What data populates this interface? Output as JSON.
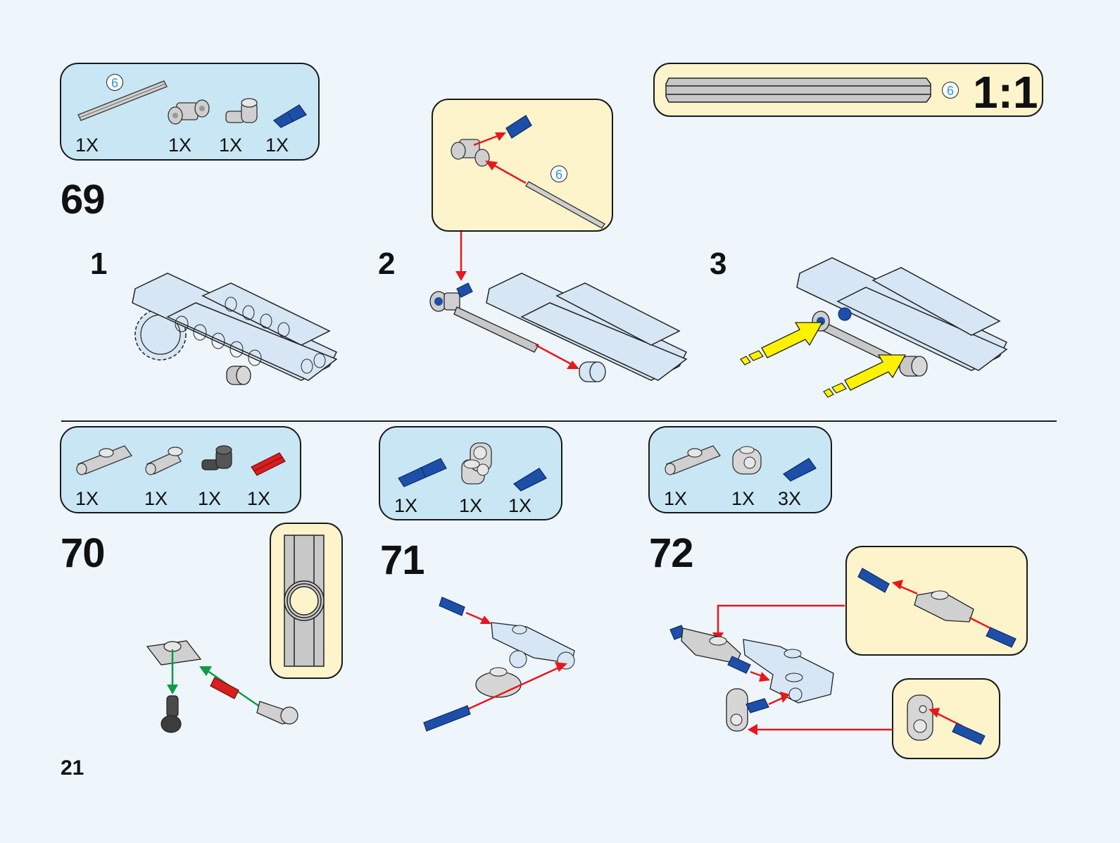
{
  "page": {
    "number": "21"
  },
  "colors": {
    "background": "#eef6fc",
    "parts_box": "#c9e6f4",
    "callout": "#fdf4cc",
    "arrow_red": "#e8171c",
    "arrow_green": "#0e9a46",
    "arrow_yellow": "#fff200",
    "pin_blue": "#1e4fa8",
    "pin_red": "#d81e1e",
    "part_grey": "#cfcfcf",
    "part_dark": "#4a4a4a",
    "part_lightblue": "#d6e6f4",
    "length_badge_text": "#2a9ad8"
  },
  "steps": [
    {
      "number": "69",
      "parts": [
        {
          "name": "axle-6",
          "length": "6",
          "qty": "1X"
        },
        {
          "name": "axle-connector-perpendicular",
          "qty": "1X"
        },
        {
          "name": "axle-pin-connector-grey",
          "qty": "1X"
        },
        {
          "name": "pin-blue-axle",
          "qty": "1X"
        }
      ],
      "scale_box": {
        "length": "6",
        "label": "1:1"
      },
      "substeps": [
        {
          "number": "1"
        },
        {
          "number": "2",
          "callout_length": "6"
        },
        {
          "number": "3"
        }
      ]
    },
    {
      "number": "70",
      "parts": [
        {
          "name": "axle-connector-hub-grey",
          "qty": "1X"
        },
        {
          "name": "axle-connector-angled-grey",
          "qty": "1X"
        },
        {
          "name": "pin-connector-dark-grey",
          "qty": "1X"
        },
        {
          "name": "axle-red-3",
          "qty": "1X"
        }
      ]
    },
    {
      "number": "71",
      "parts": [
        {
          "name": "pin-long-blue",
          "qty": "1X"
        },
        {
          "name": "perpendicular-connector-3-way",
          "qty": "1X"
        },
        {
          "name": "pin-blue-axle",
          "qty": "1X"
        }
      ]
    },
    {
      "number": "72",
      "parts": [
        {
          "name": "axle-connector-hub-grey",
          "qty": "1X"
        },
        {
          "name": "cross-block-2x1",
          "qty": "1X"
        },
        {
          "name": "pin-blue-axle",
          "qty": "3X"
        }
      ]
    }
  ]
}
